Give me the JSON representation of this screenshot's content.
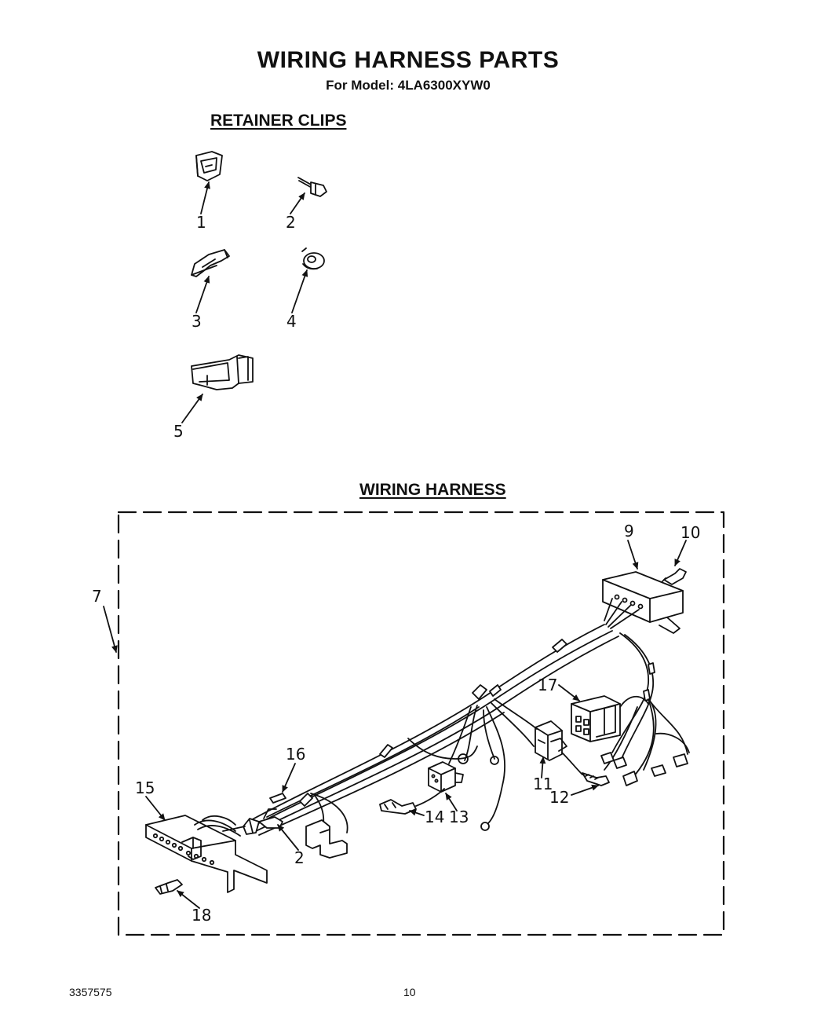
{
  "header": {
    "title": "WIRING HARNESS PARTS",
    "subtitle": "For Model: 4LA6300XYW0"
  },
  "sections": {
    "retainer_clips": {
      "heading": "RETAINER CLIPS"
    },
    "wiring_harness": {
      "heading": "WIRING HARNESS"
    }
  },
  "retainer_callouts": [
    "1",
    "2",
    "3",
    "4",
    "5"
  ],
  "harness_callouts": {
    "c7": "7",
    "c9": "9",
    "c10": "10",
    "c17": "17",
    "c16": "16",
    "c15": "15",
    "c11": "11",
    "c12": "12",
    "c14": "14",
    "c13": "13",
    "c2": "2",
    "c18": "18"
  },
  "footer": {
    "document_number": "3357575",
    "page_number": "10"
  }
}
